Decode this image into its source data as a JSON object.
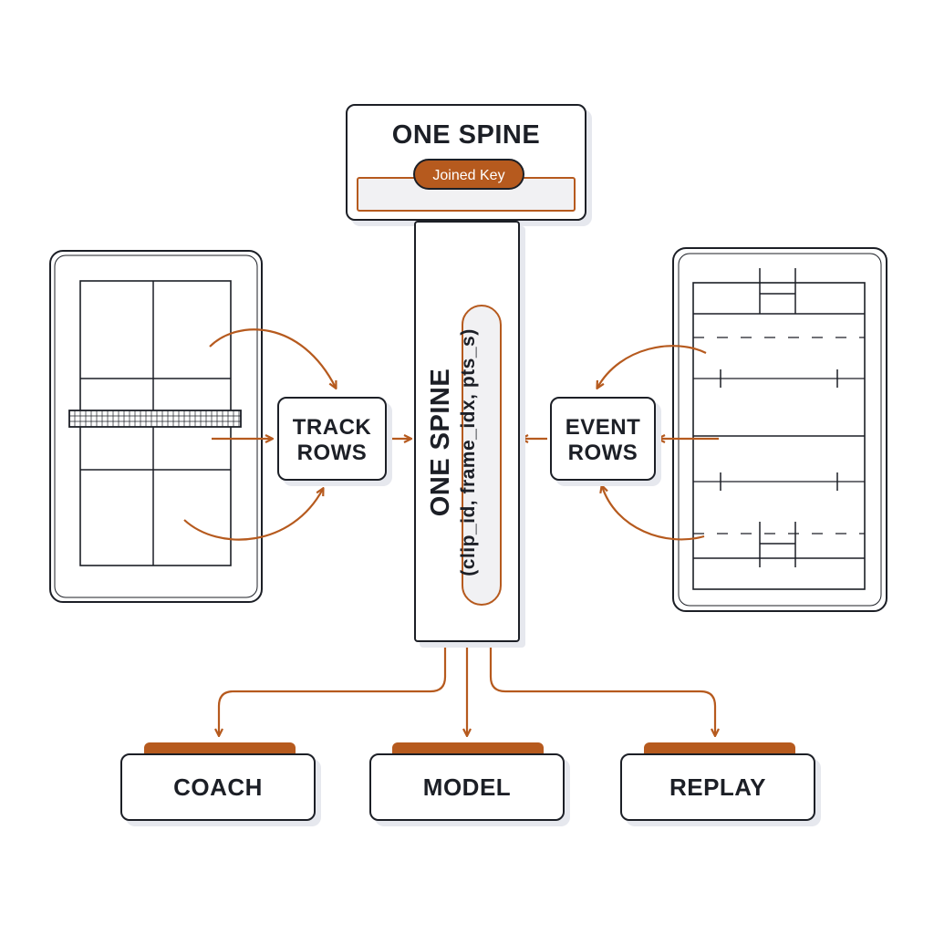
{
  "header": {
    "title": "ONE SPINE",
    "key_badge": "Joined Key"
  },
  "spine": {
    "title": "ONE SPINE",
    "key": "(clip_id, frame_idx, pts_s)"
  },
  "inputs": {
    "left": {
      "line1": "TRACK",
      "line2": "ROWS"
    },
    "right": {
      "line1": "EVENT",
      "line2": "ROWS"
    }
  },
  "outputs": [
    "COACH",
    "MODEL",
    "REPLAY"
  ],
  "colors": {
    "accent": "#b65a1e",
    "ink": "#1c1f26",
    "shadow": "#e6e8ee"
  }
}
